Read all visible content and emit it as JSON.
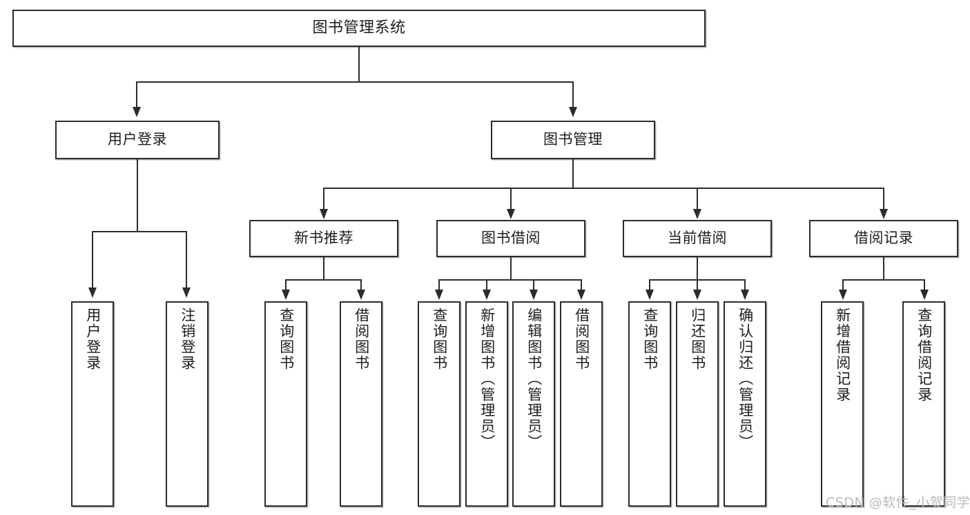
{
  "diagram": {
    "type": "hierarchy-tree",
    "title": "图书管理系统",
    "root": {
      "label": "图书管理系统"
    },
    "level2": [
      {
        "label": "用户登录"
      },
      {
        "label": "图书管理"
      }
    ],
    "level3": [
      {
        "label": "新书推荐"
      },
      {
        "label": "图书借阅"
      },
      {
        "label": "当前借阅"
      },
      {
        "label": "借阅记录"
      }
    ],
    "leaves": {
      "user_login": [
        {
          "label": "用户登录"
        },
        {
          "label": "注销登录"
        }
      ],
      "new_book_recommend": [
        {
          "label": "查询图书"
        },
        {
          "label": "借阅图书"
        }
      ],
      "book_borrow": [
        {
          "label": "查询图书"
        },
        {
          "label": "新增图书（管理员）"
        },
        {
          "label": "编辑图书（管理员）"
        },
        {
          "label": "借阅图书"
        }
      ],
      "current_borrow": [
        {
          "label": "查询图书"
        },
        {
          "label": "归还图书"
        },
        {
          "label": "确认归还（管理员）"
        }
      ],
      "borrow_record": [
        {
          "label": "新增借阅记录"
        },
        {
          "label": "查询借阅记录"
        }
      ]
    }
  },
  "watermark": {
    "text": "CSDN @软件_小贺同学"
  },
  "colors": {
    "stroke": "#2b2b2b",
    "fill": "#ffffff",
    "text": "#1d1d1d",
    "watermark": "#b9b9b9"
  }
}
